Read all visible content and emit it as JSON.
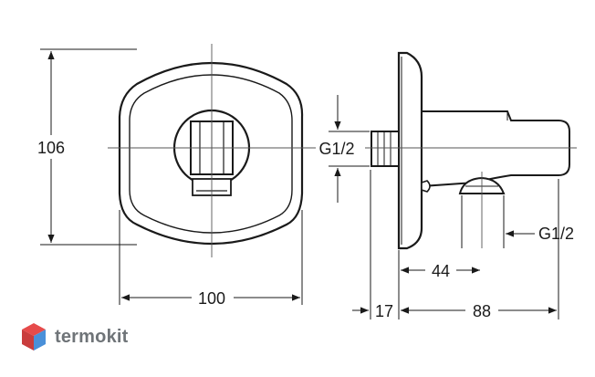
{
  "front_view": {
    "height_dim": "106",
    "width_dim": "100"
  },
  "side_view": {
    "inlet_thread": "G1/2",
    "outlet_thread": "G1/2",
    "dim_outlet_offset": "44",
    "dim_flange": "17",
    "dim_length": "88"
  },
  "brand": {
    "name": "termokit",
    "color_red": "#e64b4b",
    "color_blue": "#4a90d9",
    "color_text": "#6f7478"
  },
  "colors": {
    "line": "#1a1a1a",
    "center_line": "#555555"
  }
}
